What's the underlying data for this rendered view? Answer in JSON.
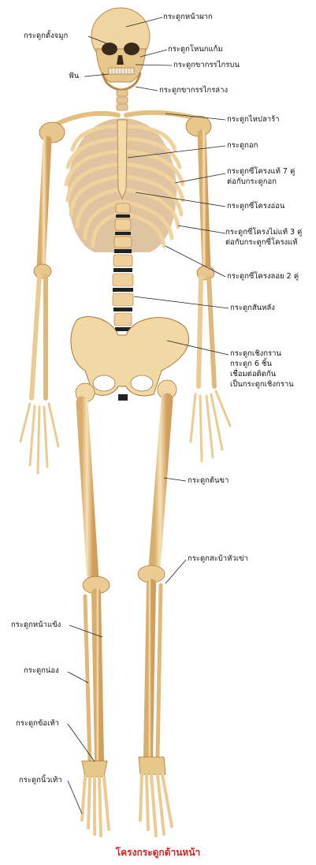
{
  "diagram": {
    "caption": "โครงกระดูกด้านหน้า",
    "colors": {
      "bone": "#f1d7a4",
      "bone_shade": "#d9ad6c",
      "bone_dark": "#a9773b",
      "disc": "#222222",
      "leader": "#222222",
      "caption": "#d42222"
    },
    "labels": {
      "frontal": "กระดูกหน้าผาก",
      "nasal": "กระดูกดั้งจมูก",
      "zygomatic": "กระดูกโหนกแก้ม",
      "maxilla": "กระดูกขากรรไกรบน",
      "teeth": "ฟัน",
      "mandible": "กระดูกขากรรไกรล่าง",
      "clavicle": "กระดูกไหปลาร้า",
      "sternum": "กระดูกอก",
      "true_ribs": [
        "กระดูกซี่โครงแท้ 7 คู่",
        "ต่อกับกระดูกอก"
      ],
      "costal_cartilage": "กระดูกซี่โครงอ่อน",
      "false_ribs": [
        "กระดูกซี่โครงไม่แท้ 3 คู่",
        "ต่อกับกระดูกซี่โครงแท้"
      ],
      "floating_ribs": "กระดูกซี่โครงลอย 2 คู่",
      "spine": "กระดูกสันหลัง",
      "pelvis": [
        "กระดูกเชิงกราน",
        "กระดูก 6 ชิ้น",
        "เชื่อมต่อติดกัน",
        "เป็นกระดูกเชิงกราน"
      ],
      "femur": "กระดูกต้นขา",
      "patella": "กระดูกสะบ้าหัวเข่า",
      "tibia": "กระดูกหน้าแข้ง",
      "fibula": "กระดูกน่อง",
      "ankle": "กระดูกข้อเท้า",
      "toes": "กระดูกนิ้วเท้า"
    }
  }
}
